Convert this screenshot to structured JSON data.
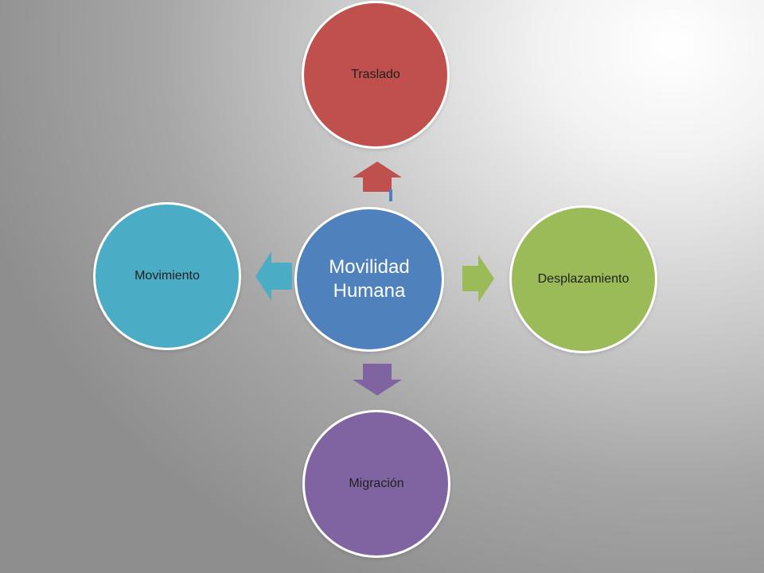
{
  "diagram": {
    "center": {
      "line1": "Movilidad",
      "line2": "Humana",
      "color": "#4f81bd"
    },
    "nodes": {
      "top": {
        "label": "Traslado",
        "color": "#c0504d"
      },
      "right": {
        "label": "Desplazamiento",
        "color": "#9bbb59"
      },
      "bottom": {
        "label": "Migración",
        "color": "#8064a2"
      },
      "left": {
        "label": "Movimiento",
        "color": "#4bacc6"
      }
    },
    "arrows": {
      "up": {
        "color": "#c0504d",
        "icon": "arrow-up-icon"
      },
      "right": {
        "color": "#9bbb59",
        "icon": "arrow-right-icon"
      },
      "down": {
        "color": "#8064a2",
        "icon": "arrow-down-icon"
      },
      "left": {
        "color": "#4bacc6",
        "icon": "arrow-left-icon"
      }
    }
  }
}
